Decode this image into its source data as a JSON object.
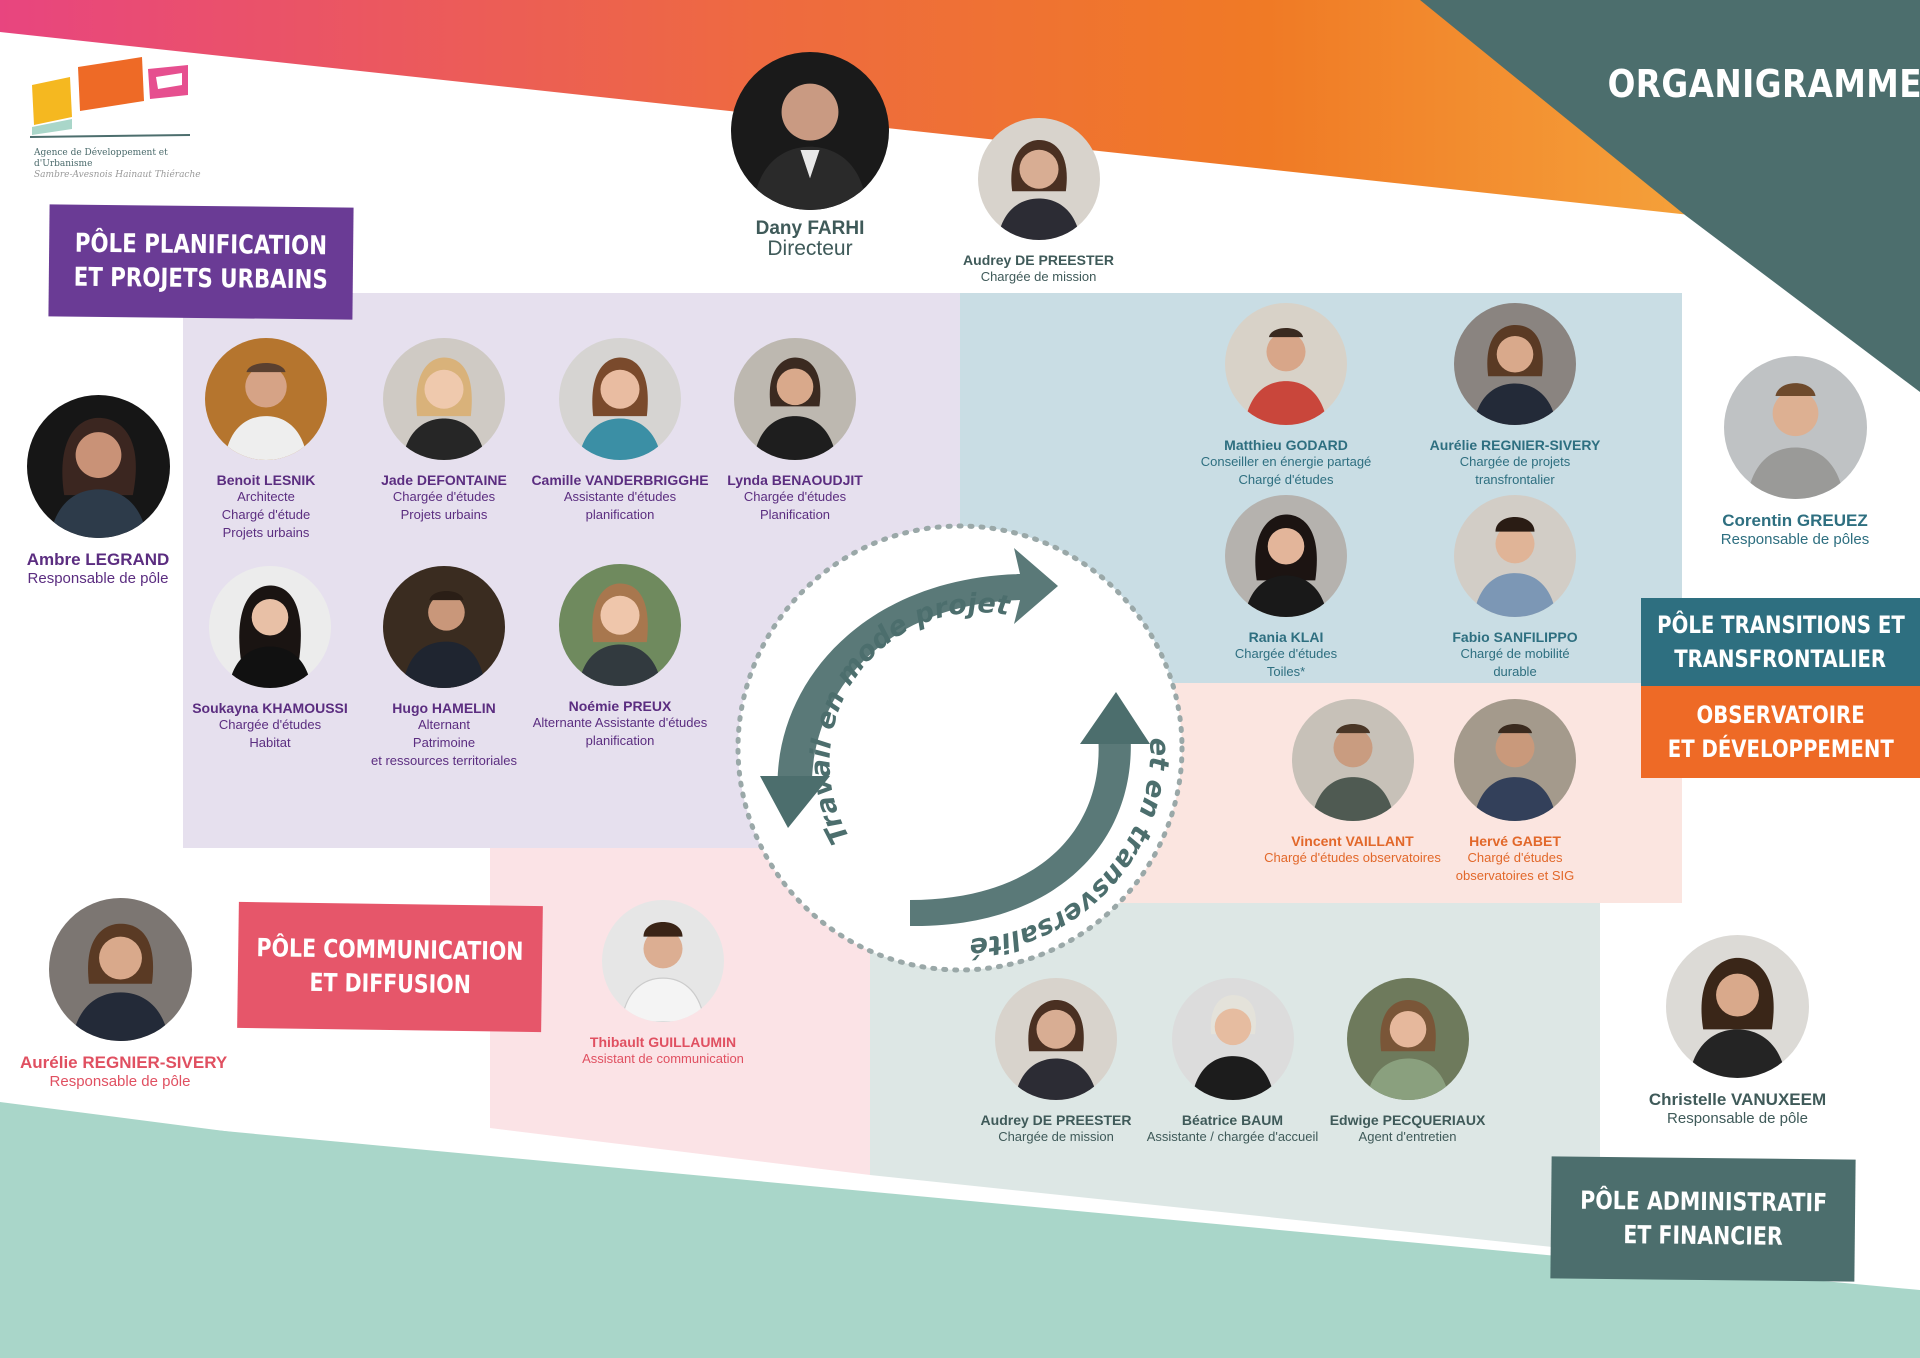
{
  "header": {
    "title": "ORGANIGRAMME"
  },
  "logo": {
    "line1": "Agence de Développement et d'Urbanisme",
    "line2": "Sambre-Avesnois Hainaut Thiérache"
  },
  "colors": {
    "purple": "#6a3b95",
    "purple_light": "#e6e0ee",
    "teal": "#2e6f80",
    "teal_light": "#c9dde4",
    "orange": "#ee6a26",
    "orange_light": "#fbe5e0",
    "pink": "#e6566a",
    "pink_light": "#fbe3e6",
    "slate": "#4c6e6d",
    "slate_light": "#dde7e5",
    "mint": "#a9d6c9"
  },
  "cycle": {
    "text_top": "Travail en mode projet",
    "text_bottom": "et en transversalité"
  },
  "poles": {
    "planification": {
      "line1": "PÔLE PLANIFICATION",
      "line2": "ET PROJETS URBAINS"
    },
    "transitions": {
      "line1": "PÔLE TRANSITIONS ET",
      "line2": "TRANSFRONTALIER"
    },
    "observatoire": {
      "line1": "OBSERVATOIRE",
      "line2": "ET DÉVELOPPEMENT"
    },
    "communication": {
      "line1": "PÔLE COMMUNICATION",
      "line2": "ET DIFFUSION"
    },
    "administratif": {
      "line1": "PÔLE ADMINISTRATIF",
      "line2": "ET FINANCIER"
    }
  },
  "people": {
    "director": {
      "name": "Dany FARHI",
      "role": "Directeur"
    },
    "audrey_top": {
      "name": "Audrey DE PREESTER",
      "role": "Chargée de mission"
    },
    "ambre": {
      "name": "Ambre LEGRAND",
      "role": "Responsable de pôle"
    },
    "benoit": {
      "name": "Benoit LESNIK",
      "role": "Architecte\nChargé d'étude\nProjets urbains"
    },
    "jade": {
      "name": "Jade DEFONTAINE",
      "role": "Chargée d'études\nProjets urbains"
    },
    "camille": {
      "name": "Camille VANDERBRIGGHE",
      "role": "Assistante d'études\nplanification"
    },
    "lynda": {
      "name": "Lynda BENAOUDJIT",
      "role": "Chargée d'études\nPlanification"
    },
    "soukayna": {
      "name": "Soukayna KHAMOUSSI",
      "role": "Chargée d'études\nHabitat"
    },
    "hugo": {
      "name": "Hugo HAMELIN",
      "role": "Alternant\nPatrimoine\net ressources territoriales"
    },
    "noemie": {
      "name": "Noémie PREUX",
      "role": "Alternante Assistante d'études\nplanification"
    },
    "matthieu": {
      "name": "Matthieu GODARD",
      "role": "Conseiller en énergie partagé\nChargé d'études"
    },
    "aurelie_tr": {
      "name": "Aurélie REGNIER-SIVERY",
      "role": "Chargée de projets\ntransfrontalier"
    },
    "rania": {
      "name": "Rania KLAI",
      "role": "Chargée d'études\nToiles*"
    },
    "fabio": {
      "name": "Fabio SANFILIPPO",
      "role": "Chargé de mobilité\ndurable"
    },
    "corentin": {
      "name": "Corentin GREUEZ",
      "role": "Responsable de pôles"
    },
    "vincent": {
      "name": "Vincent VAILLANT",
      "role": "Chargé d'études observatoires"
    },
    "herve": {
      "name": "Hervé GABET",
      "role": "Chargé d'études\nobservatoires et SIG"
    },
    "aurelie_com": {
      "name": "Aurélie  REGNIER-SIVERY",
      "role": "Responsable de pôle"
    },
    "thibault": {
      "name": "Thibault GUILLAUMIN",
      "role": "Assistant de communication"
    },
    "audrey_admin": {
      "name": "Audrey DE PREESTER",
      "role": "Chargée de mission"
    },
    "beatrice": {
      "name": "Béatrice BAUM",
      "role": "Assistante / chargée d'accueil"
    },
    "edwige": {
      "name": "Edwige PECQUERIAUX",
      "role": "Agent d'entretien"
    },
    "christelle": {
      "name": "Christelle  VANUXEEM",
      "role": "Responsable de pôle"
    }
  }
}
